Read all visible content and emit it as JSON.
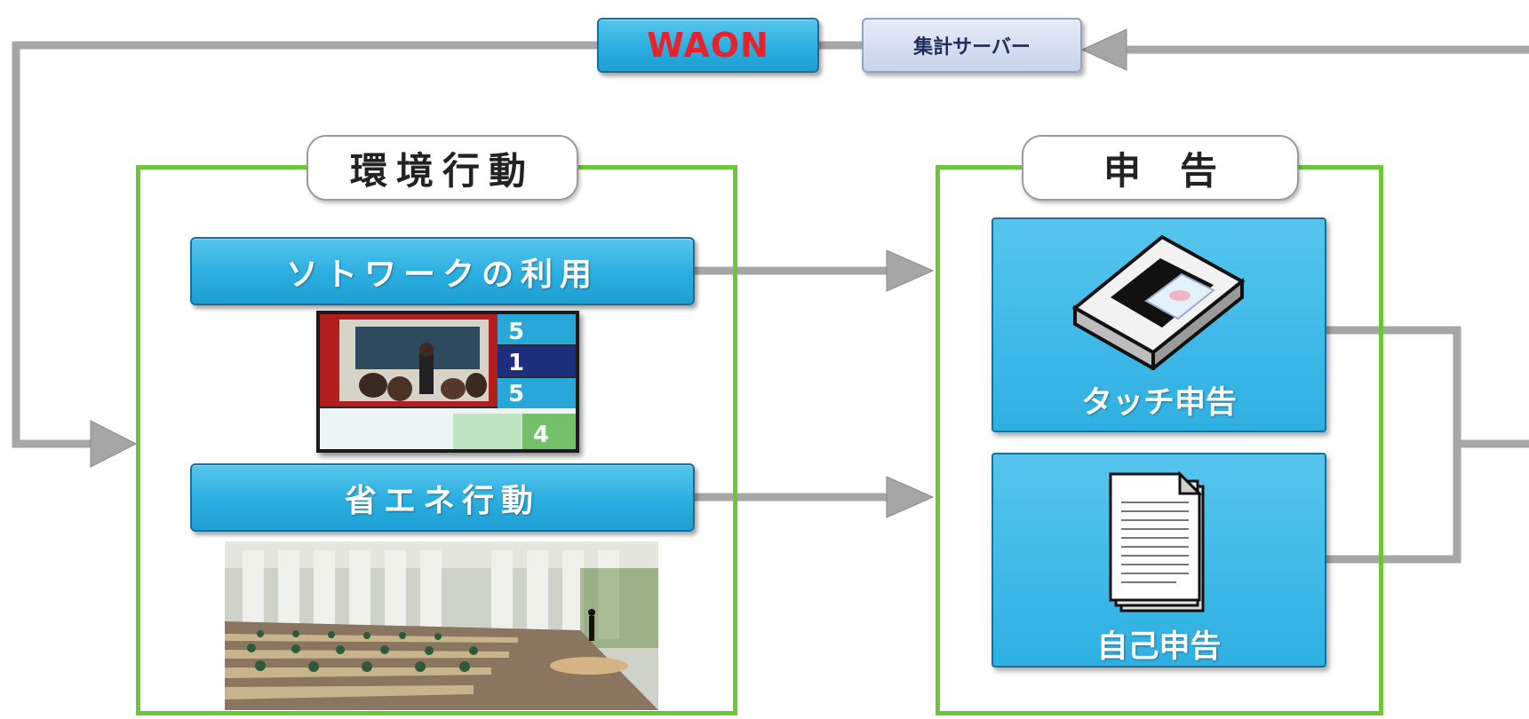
{
  "top_bar": {
    "waon_label": "WAON",
    "server_label": "集計サーバー"
  },
  "environmental_action": {
    "title": "環境行動",
    "items": [
      {
        "label": "ソトワークの利用"
      },
      {
        "label": "省エネ行動"
      }
    ],
    "signage_numbers": [
      "5",
      "1",
      "5",
      "4"
    ]
  },
  "report": {
    "title": "申告",
    "items": [
      {
        "label": "タッチ申告",
        "icon": "touch-reader-icon"
      },
      {
        "label": "自己申告",
        "icon": "document-icon"
      }
    ]
  },
  "colors": {
    "accent_blue": "#2aaee0",
    "green_frame": "#6cc63a",
    "waon_red": "#e8222a",
    "connector_gray": "#a6a6a6"
  }
}
